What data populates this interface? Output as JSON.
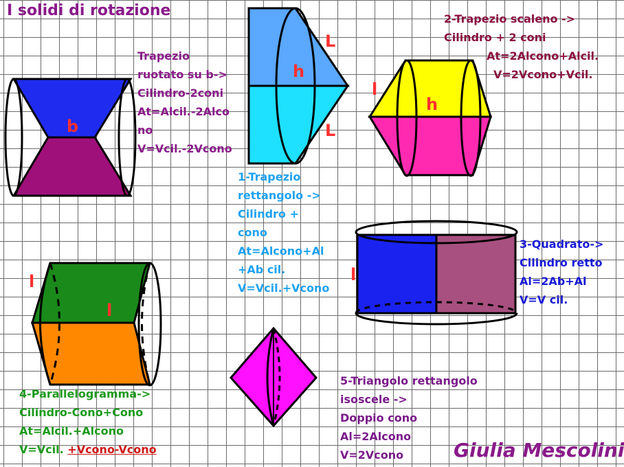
{
  "title": "I solidi di rotazione",
  "author": "Giulia Mescolini",
  "block_trapezio_b": [
    "Trapezio",
    "ruotato su b->",
    "Cilindro-2coni",
    "At=Alcil.-2Alco",
    "no",
    "V=Vcil.-2Vcono"
  ],
  "block_trapezio_rettangolo": [
    "1-Trapezio",
    "rettangolo ->",
    "Cilindro +",
    "cono",
    "At=Alcono+Al",
    "+Ab cil.",
    "V=Vcil.+Vcono"
  ],
  "block_trapezio_scaleno": [
    "2-Trapezio scaleno ->",
    "Cilindro + 2 coni",
    "At=2Alcono+Alcil.",
    "V=2Vcono+Vcil."
  ],
  "block_quadrato": [
    "3-Quadrato->",
    "Cilindro retto",
    "Al=2Ab+Al",
    "V=V cil."
  ],
  "block_parallelogramma": {
    "lines": [
      "4-Parallelogramma->",
      "Cilindro-Cono+Cono",
      "At=Alcil.+Alcono"
    ],
    "last_plain": "V=Vcil.",
    "last_underlined": "+Vcono-Vcono"
  },
  "block_triangolo": [
    "5-Triangolo rettangolo",
    "isoscele ->",
    "Doppio cono",
    "Al=2Alcono",
    "V=2Vcono"
  ],
  "labels": {
    "b": "b",
    "l_trap_upper": "L",
    "l_trap_lower": "L",
    "h_trap": "h",
    "l_scaleno": "l",
    "h_scaleno": "h",
    "l_quadrato": "l",
    "l_para_left": "l",
    "l_para_mid": "l"
  },
  "colors": {
    "grid": "#6b6b6b",
    "blue": "#1f2cf0",
    "purple": "#a0107a",
    "light_blue": "#5aa8ff",
    "cyan": "#1ee0ff",
    "yellow": "#ffff00",
    "magenta": "#ff2ab0",
    "square_blue": "#1a22f0",
    "mauve": "#a85080",
    "green": "#1a8a1a",
    "orange": "#ff8800",
    "violet": "#ff10ff",
    "outline": "#000000",
    "label_red": "#ff3030"
  }
}
